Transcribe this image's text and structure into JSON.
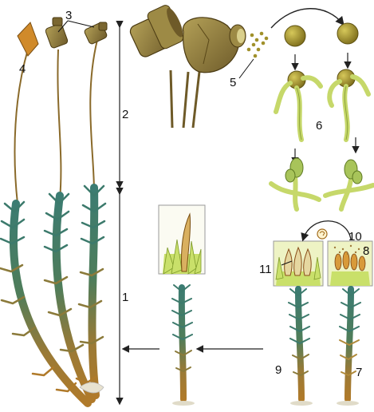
{
  "figure": {
    "labels": {
      "l1": "1",
      "l2": "2",
      "l3": "3",
      "l4": "4",
      "l5": "5",
      "l6": "6",
      "l7": "7",
      "l8": "8",
      "l9": "9",
      "l10": "10",
      "l11": "11"
    }
  },
  "colors": {
    "stem_green": "#2f6d63",
    "stem_brown": "#a0702a",
    "capsule": "#8e7a3a",
    "capsule_orange": "#d8902a",
    "spore": "#a6952c",
    "protonema": "#c6d86a",
    "inset_bg": "#eef3c4",
    "arrow": "#222222"
  }
}
